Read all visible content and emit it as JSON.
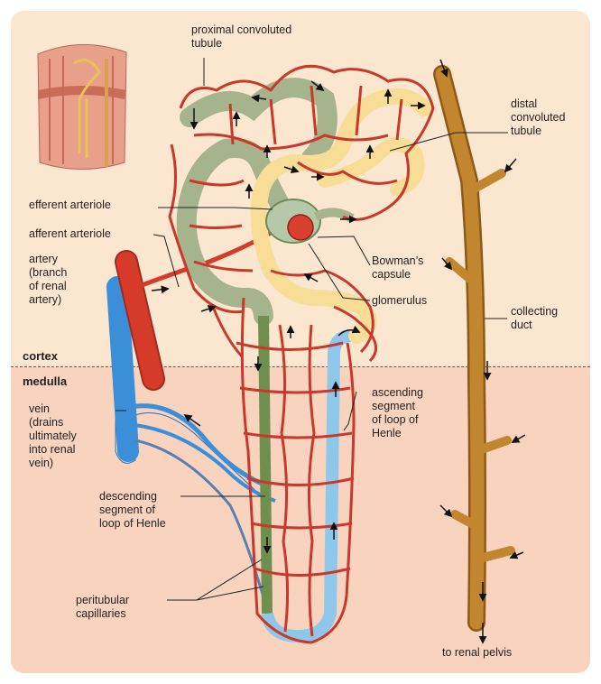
{
  "zones": {
    "cortex": "cortex",
    "medulla": "medulla"
  },
  "labels": {
    "proximal_tubule": "proximal convoluted\ntubule",
    "distal_tubule": "distal\nconvoluted\ntubule",
    "efferent_arteriole": "efferent arteriole",
    "afferent_arteriole": "afferent arteriole",
    "artery": "artery\n(branch\nof renal\nartery)",
    "bowmans_capsule": "Bowman’s\ncapsule",
    "glomerulus": "glomerulus",
    "collecting_duct": "collecting\nduct",
    "vein": "vein\n(drains\nultimately\ninto renal\nvein)",
    "ascending_loop": "ascending\nsegment\nof loop of\nHenle",
    "descending_loop": "descending\nsegment of\nloop of Henle",
    "peritubular_capillaries": "peritubular\ncapillaries",
    "renal_pelvis": "to renal pelvis"
  },
  "colors": {
    "cortex": "#fbe7cf",
    "medulla": "#f8d3bd",
    "capillary": "#c8382b",
    "artery": "#d63b2a",
    "vein": "#3a8fd8",
    "proximal_tubule": "#a6b48e",
    "distal_tubule": "#f7dd95",
    "descending_limb": "#6f8f4e",
    "ascending_limb": "#8fc7ea",
    "collecting_duct": "#b87a2c"
  }
}
